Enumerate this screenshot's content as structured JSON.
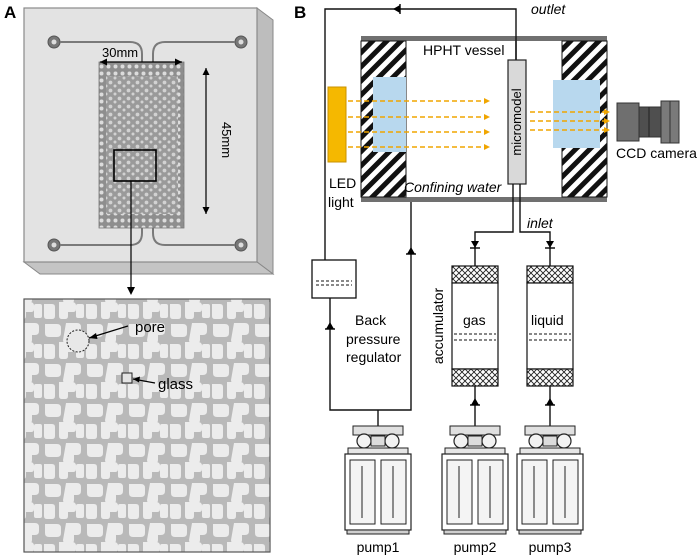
{
  "panel_a": {
    "letter": "A",
    "width_label": "30mm",
    "height_label": "45mm",
    "pore_label": "pore",
    "glass_label": "glass"
  },
  "panel_b": {
    "letter": "B",
    "outlet_label": "outlet",
    "inlet_label": "inlet",
    "vessel_label": "HPHT vessel",
    "micromodel_label": "micromodel",
    "led_label_line1": "LED",
    "led_label_line2": "light",
    "confining_label": "Confining water",
    "camera_label": "CCD camera",
    "bpr_line1": "Back",
    "bpr_line2": "pressure",
    "bpr_line3": "regulator",
    "accumulator_label": "accumulator",
    "gas_label": "gas",
    "liquid_label": "liquid",
    "pump1_label": "pump1",
    "pump2_label": "pump2",
    "pump3_label": "pump3"
  },
  "colors": {
    "led": "#f5b800",
    "light_beam": "#f0a500",
    "window": "#b8d8ee",
    "vessel_wall": "#707070",
    "chip": "#d9d9d9"
  }
}
